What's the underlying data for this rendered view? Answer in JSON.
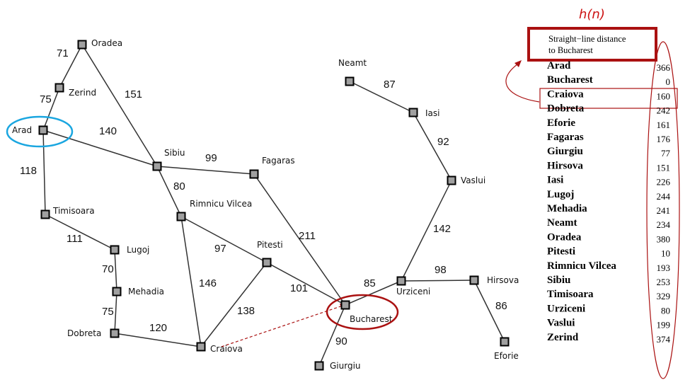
{
  "colors": {
    "node_fill": "#a0a0a0",
    "edge": "#333333",
    "highlight_red": "#aa1111",
    "highlight_blue": "#1aa6e0",
    "hn_text": "#cc1111"
  },
  "icons": {
    "city_node": "square-node-icon",
    "arrow": "curved-arrow-icon"
  },
  "hn_label": "h(n)",
  "table": {
    "header_line1": "Straight−line distance",
    "header_line2": "to Bucharest",
    "rows": [
      {
        "city": "Arad",
        "value": "366"
      },
      {
        "city": "Bucharest",
        "value": "0"
      },
      {
        "city": "Craiova",
        "value": "160"
      },
      {
        "city": "Dobreta",
        "value": "242"
      },
      {
        "city": "Eforie",
        "value": "161"
      },
      {
        "city": "Fagaras",
        "value": "176"
      },
      {
        "city": "Giurgiu",
        "value": "77"
      },
      {
        "city": "Hirsova",
        "value": "151"
      },
      {
        "city": "Iasi",
        "value": "226"
      },
      {
        "city": "Lugoj",
        "value": "244"
      },
      {
        "city": "Mehadia",
        "value": "241"
      },
      {
        "city": "Neamt",
        "value": "234"
      },
      {
        "city": "Oradea",
        "value": "380"
      },
      {
        "city": "Pitesti",
        "value": "10"
      },
      {
        "city": "Rimnicu Vilcea",
        "value": "193"
      },
      {
        "city": "Sibiu",
        "value": "253"
      },
      {
        "city": "Timisoara",
        "value": "329"
      },
      {
        "city": "Urziceni",
        "value": "80"
      },
      {
        "city": "Vaslui",
        "value": "199"
      },
      {
        "city": "Zerind",
        "value": "374"
      }
    ]
  },
  "cities": [
    {
      "id": "oradea",
      "name": "Oradea"
    },
    {
      "id": "zerind",
      "name": "Zerind"
    },
    {
      "id": "arad",
      "name": "Arad"
    },
    {
      "id": "timisoara",
      "name": "Timisoara"
    },
    {
      "id": "lugoj",
      "name": "Lugoj"
    },
    {
      "id": "mehadia",
      "name": "Mehadia"
    },
    {
      "id": "dobreta",
      "name": "Dobreta"
    },
    {
      "id": "craiova",
      "name": "Craiova"
    },
    {
      "id": "sibiu",
      "name": "Sibiu"
    },
    {
      "id": "rimnicu",
      "name": "Rimnicu Vilcea"
    },
    {
      "id": "fagaras",
      "name": "Fagaras"
    },
    {
      "id": "pitesti",
      "name": "Pitesti"
    },
    {
      "id": "bucharest",
      "name": "Bucharest"
    },
    {
      "id": "giurgiu",
      "name": "Giurgiu"
    },
    {
      "id": "urziceni",
      "name": "Urziceni"
    },
    {
      "id": "hirsova",
      "name": "Hirsova"
    },
    {
      "id": "eforie",
      "name": "Eforie"
    },
    {
      "id": "vaslui",
      "name": "Vaslui"
    },
    {
      "id": "iasi",
      "name": "Iasi"
    },
    {
      "id": "neamt",
      "name": "Neamt"
    }
  ],
  "roads": [
    {
      "from": "oradea",
      "to": "zerind",
      "distance": "71"
    },
    {
      "from": "zerind",
      "to": "arad",
      "distance": "75"
    },
    {
      "from": "oradea",
      "to": "sibiu",
      "distance": "151"
    },
    {
      "from": "arad",
      "to": "sibiu",
      "distance": "140"
    },
    {
      "from": "arad",
      "to": "timisoara",
      "distance": "118"
    },
    {
      "from": "timisoara",
      "to": "lugoj",
      "distance": "111"
    },
    {
      "from": "lugoj",
      "to": "mehadia",
      "distance": "70"
    },
    {
      "from": "mehadia",
      "to": "dobreta",
      "distance": "75"
    },
    {
      "from": "dobreta",
      "to": "craiova",
      "distance": "120"
    },
    {
      "from": "sibiu",
      "to": "fagaras",
      "distance": "99"
    },
    {
      "from": "sibiu",
      "to": "rimnicu",
      "distance": "80"
    },
    {
      "from": "rimnicu",
      "to": "pitesti",
      "distance": "97"
    },
    {
      "from": "rimnicu",
      "to": "craiova",
      "distance": "146"
    },
    {
      "from": "craiova",
      "to": "pitesti",
      "distance": "138"
    },
    {
      "from": "fagaras",
      "to": "bucharest",
      "distance": "211"
    },
    {
      "from": "pitesti",
      "to": "bucharest",
      "distance": "101"
    },
    {
      "from": "bucharest",
      "to": "giurgiu",
      "distance": "90"
    },
    {
      "from": "bucharest",
      "to": "urziceni",
      "distance": "85"
    },
    {
      "from": "urziceni",
      "to": "hirsova",
      "distance": "98"
    },
    {
      "from": "hirsova",
      "to": "eforie",
      "distance": "86"
    },
    {
      "from": "urziceni",
      "to": "vaslui",
      "distance": "142"
    },
    {
      "from": "vaslui",
      "to": "iasi",
      "distance": "92"
    },
    {
      "from": "iasi",
      "to": "neamt",
      "distance": "87"
    }
  ]
}
